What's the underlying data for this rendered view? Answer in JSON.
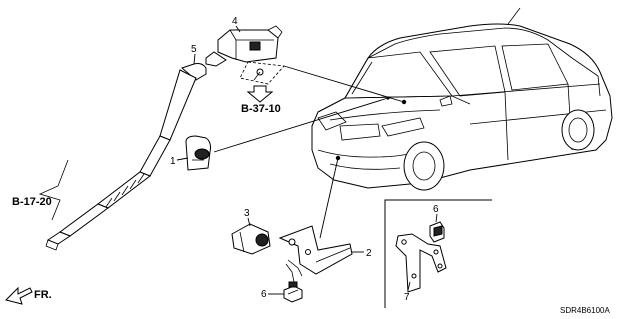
{
  "callouts": {
    "c1": "1",
    "c2": "2",
    "c3": "3",
    "c4": "4",
    "c5": "5",
    "c6a": "6",
    "c6b": "6",
    "c7": "7"
  },
  "references": {
    "ref_b37": "B-37-10",
    "ref_b17": "B-17-20"
  },
  "direction_label": "FR.",
  "diagram_code": "SDR4B6100A"
}
